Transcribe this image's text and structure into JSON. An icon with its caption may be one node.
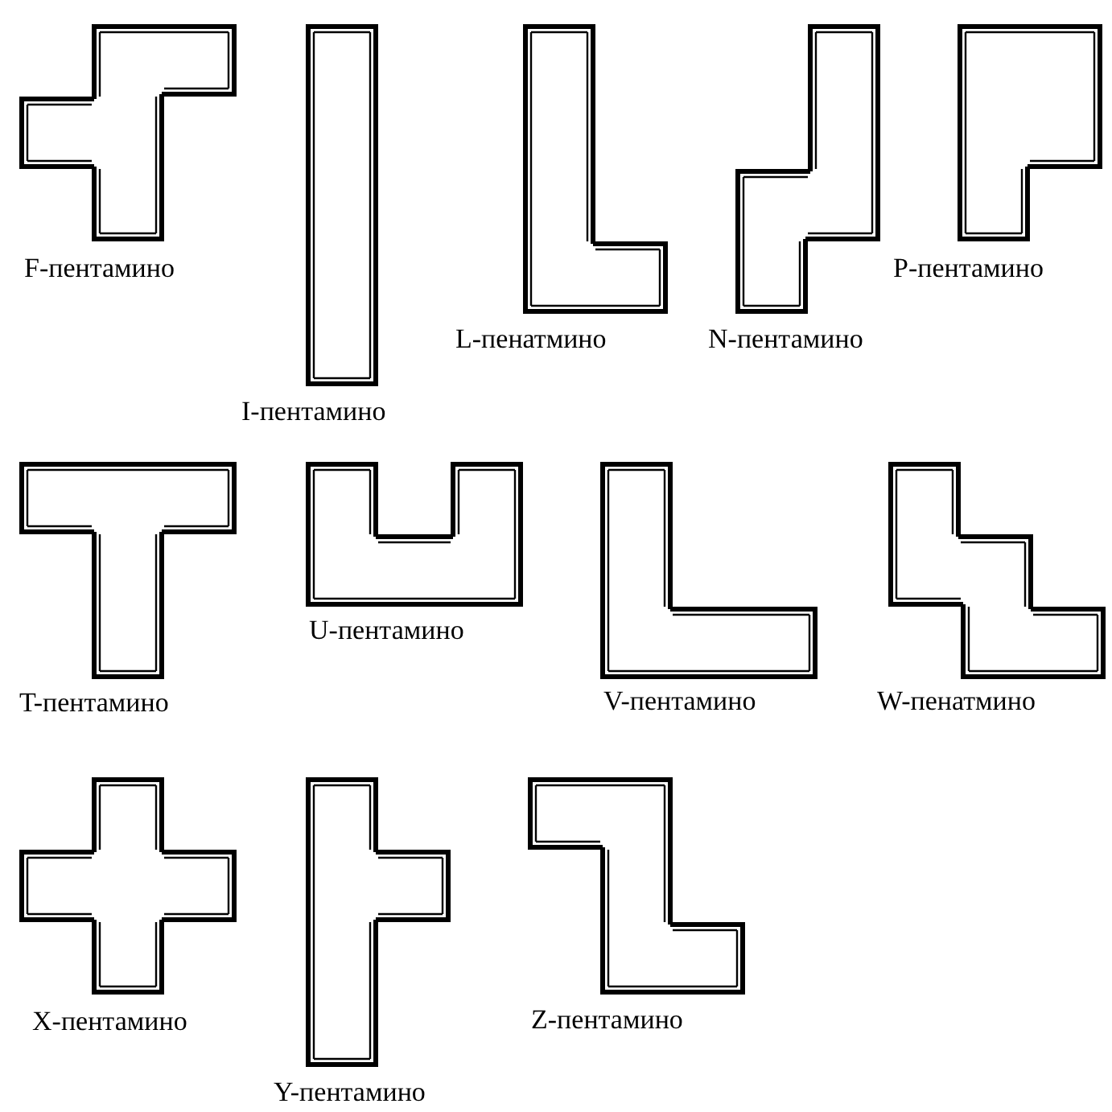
{
  "diagram": {
    "labels": [
      "F-пентамино",
      "I-пентамино",
      "L-пенатмино",
      "N-пентамино",
      "P-пентамино",
      "T-пентамино",
      "U-пентамино",
      "V-пентамино",
      "W-пенатмино",
      "X-пентамино",
      "Y-пентамино",
      "Z-пентамино"
    ]
  }
}
